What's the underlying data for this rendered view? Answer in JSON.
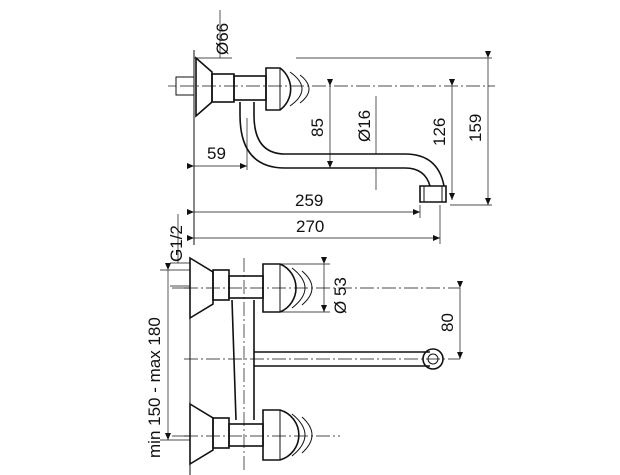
{
  "drawing": {
    "title": "",
    "top_view": {
      "dims": {
        "d66": "Ø66",
        "d16": "Ø16",
        "h85": "85",
        "h126": "126",
        "h159": "159",
        "w59": "59",
        "w259": "259",
        "w270": "270"
      }
    },
    "front_view": {
      "dims": {
        "thread": "G1/2",
        "d53": "Ø 53",
        "h80": "80",
        "spacing": "min 150 - max 180"
      }
    }
  },
  "colors": {
    "line": "#111111",
    "background": "#ffffff"
  }
}
